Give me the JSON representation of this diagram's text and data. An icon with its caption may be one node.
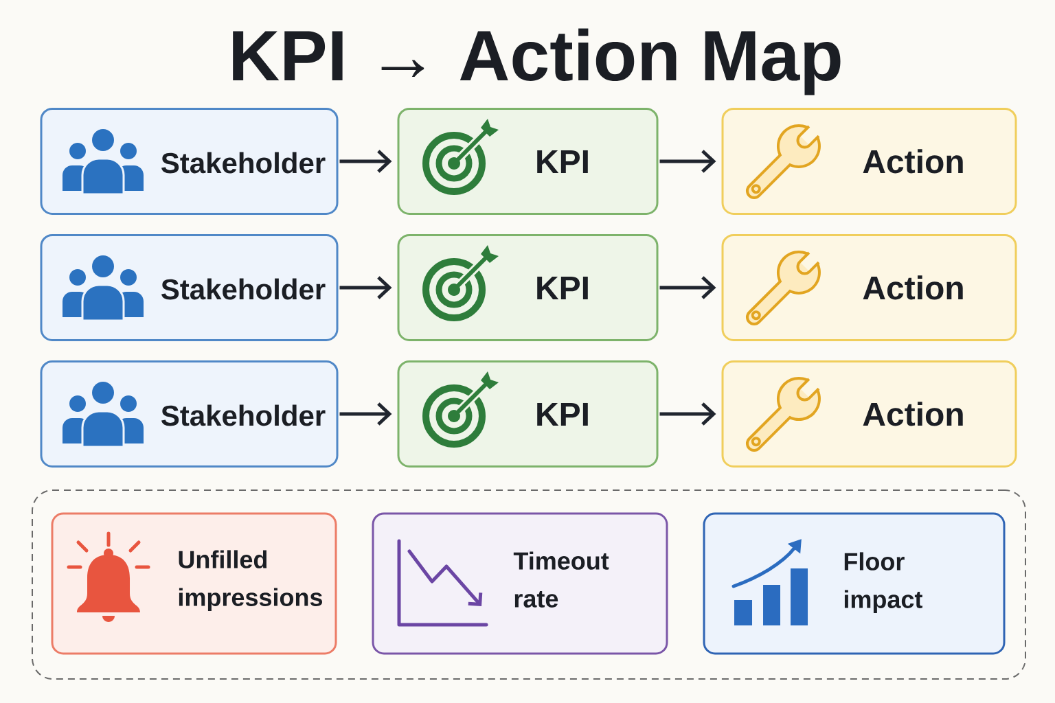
{
  "diagram": {
    "title": "KPI → Action Map",
    "nodes": [
      {
        "text": [
          "Stakeholder"
        ]
      },
      {
        "text": [
          "KPI"
        ]
      },
      {
        "text": [
          "Action"
        ]
      },
      {
        "text": [
          "Stakeholder"
        ]
      },
      {
        "text": [
          "KPI"
        ]
      },
      {
        "text": [
          "Action"
        ]
      },
      {
        "text": [
          "Stakeholder"
        ]
      },
      {
        "text": [
          "KPI"
        ]
      },
      {
        "text": [
          "Action"
        ]
      },
      {
        "text": [],
        "shape": "box"
      },
      {
        "text": [
          "Unfilled impressions"
        ],
        "in": 9
      },
      {
        "text": [
          "Timeout rate"
        ],
        "in": 9
      },
      {
        "text": [
          "Floor impact"
        ],
        "in": 9
      }
    ],
    "edges": [
      {
        "from": 0,
        "to": 1,
        "arrow": "to"
      },
      {
        "from": 1,
        "to": 2,
        "arrow": "to"
      },
      {
        "from": 3,
        "to": 4,
        "arrow": "to"
      },
      {
        "from": 4,
        "to": 5,
        "arrow": "to"
      },
      {
        "from": 6,
        "to": 7,
        "arrow": "to"
      },
      {
        "from": 7,
        "to": 8,
        "arrow": "to"
      }
    ]
  }
}
